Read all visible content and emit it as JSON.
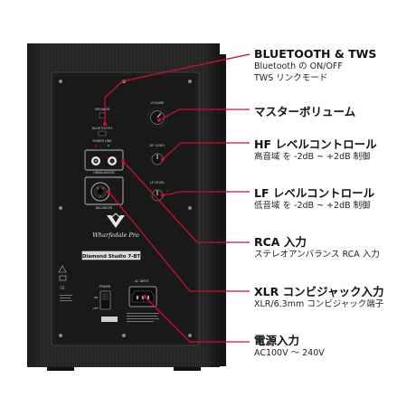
{
  "callouts": {
    "bluetooth": {
      "title": "BLUETOOTH & TWS",
      "lines": [
        "Bluetooth の ON/OFF",
        "TWS リンクモード"
      ]
    },
    "volume": {
      "title": "マスターボリューム"
    },
    "hf": {
      "title": "HF レベルコントロール",
      "lines": [
        "高音域 を -2dB ~ +2dB 制御"
      ]
    },
    "lf": {
      "title": "LF レベルコントロール",
      "lines": [
        "低音域 を -2dB ~ +2dB 制御"
      ]
    },
    "rca": {
      "title": "RCA 入力",
      "lines": [
        "ステレオアンバランス RCA 入力"
      ]
    },
    "xlr": {
      "title": "XLR コンビジャック入力",
      "lines": [
        "XLR/6.3mm コンビジャック端子"
      ]
    },
    "power": {
      "title": "電源入力",
      "lines": [
        "AC100V ～ 240V"
      ]
    }
  },
  "speaker_panel": {
    "model": "Diamond Studio 7-BT",
    "brand_logo": "Wharfedale Pro",
    "labels": {
      "speaker": "SPEAKER",
      "bluetooth": "BLUETOOTH",
      "power_link": "POWER   LINK",
      "volume": "VOLUME",
      "hf_level": "HF LEVEL",
      "lf_level": "LF LEVEL",
      "unbalanced": "UNBALANCED",
      "balanced": "BALANCED",
      "power": "POWER",
      "on": "ON",
      "off": "OFF",
      "ac_input": "AC INPUT"
    }
  },
  "colors": {
    "callout_line": "#c8102e",
    "cabinet": "#2b2b2b",
    "panel": "#1c1c1c"
  }
}
